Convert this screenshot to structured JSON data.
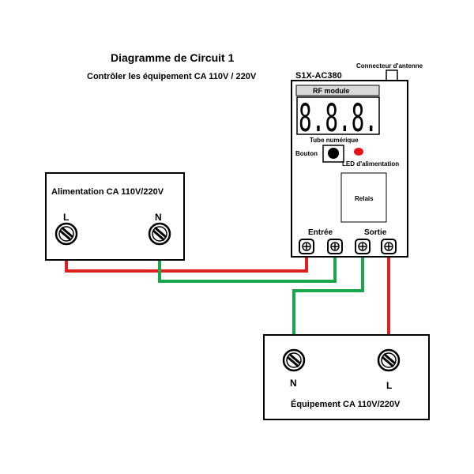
{
  "diagram": {
    "title": "Diagramme de Circuit 1",
    "subtitle": "Contrôler les équipement CA 110V / 220V"
  },
  "module": {
    "model": "S1X-AC380",
    "antenna_label": "Connecteur d'antenne",
    "rf_label": "RF module",
    "display_digits": "8.8.8.",
    "display_label": "Tube numérique",
    "button_label": "Bouton",
    "led_label": "LED d'alimentation",
    "relay_label": "Relais",
    "input_label": "Entrée",
    "output_label": "Sortie"
  },
  "power_supply": {
    "title": "Alimentation CA 110V/220V",
    "terminal_l": "L",
    "terminal_n": "N"
  },
  "equipment": {
    "title": "Équipement CA 110V/220V",
    "terminal_n": "N",
    "terminal_l": "L"
  },
  "colors": {
    "live_wire": "#e02020",
    "neutral_wire": "#1aa64a",
    "led": "#e81414",
    "outline": "#000000"
  }
}
